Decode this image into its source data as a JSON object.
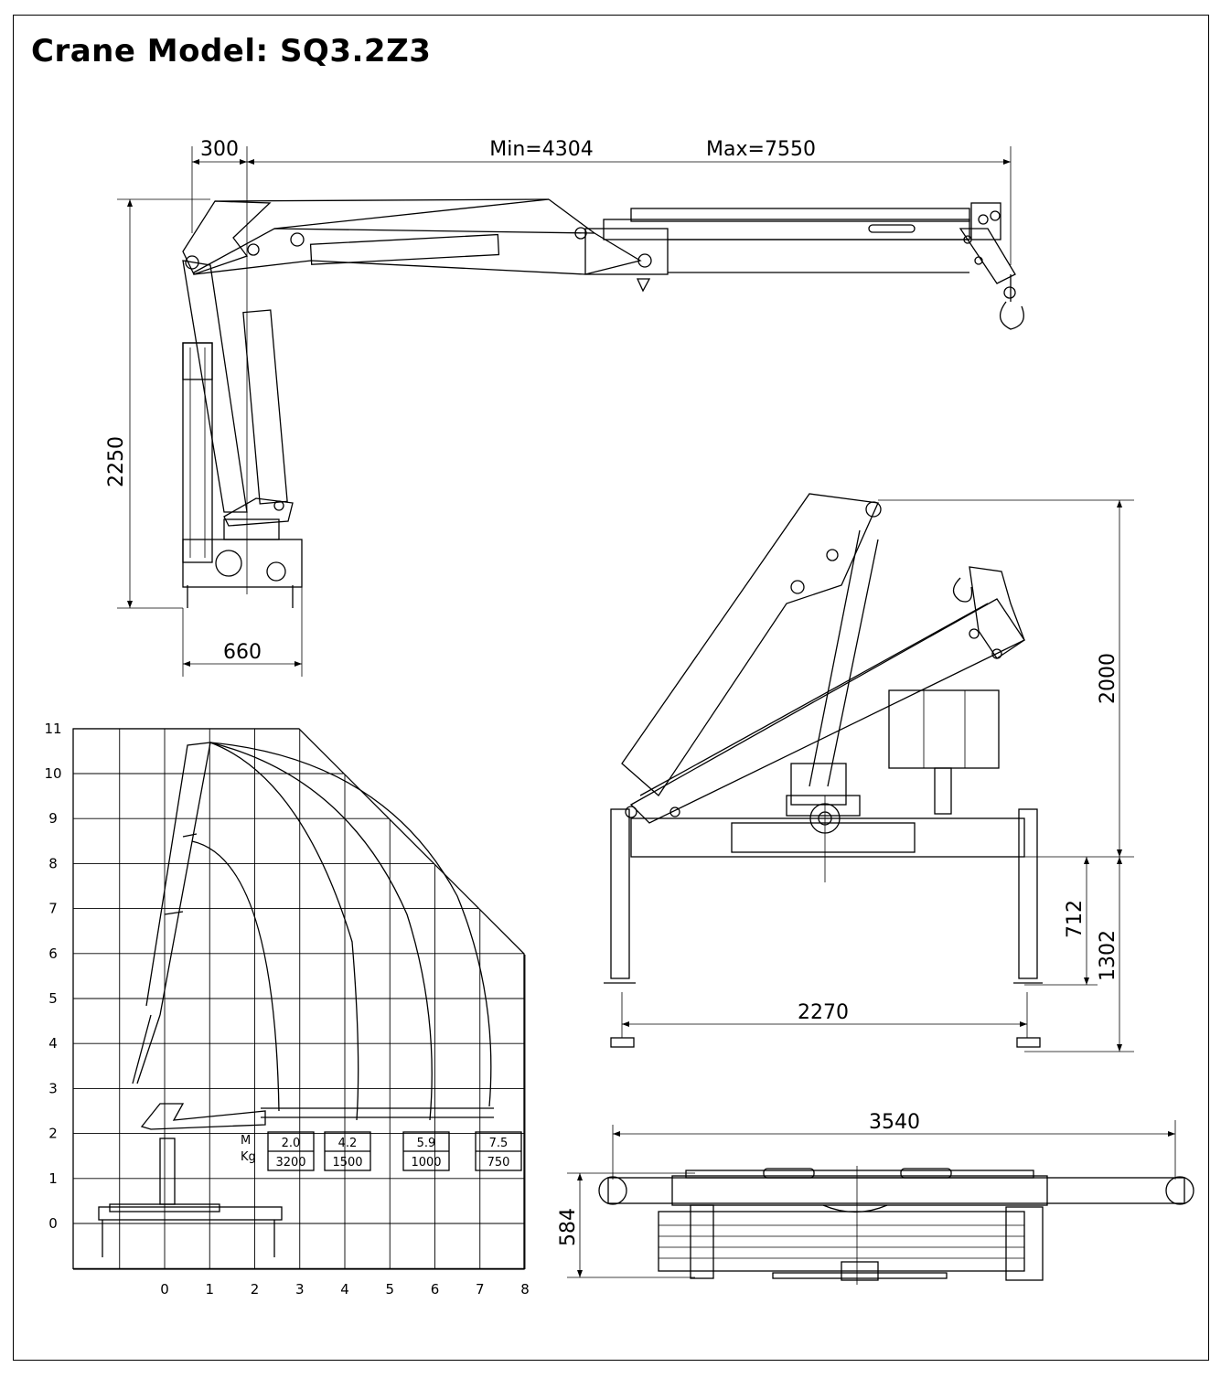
{
  "title": "Crane Model: SQ3.2Z3",
  "side_view": {
    "dim_offset": "300",
    "dim_min": "Min=4304",
    "dim_max": "Max=7550",
    "dim_height": "2250",
    "dim_base": "660"
  },
  "front_view": {
    "dim_height": "2000",
    "dim_leg": "712",
    "dim_total": "1302",
    "dim_span": "2270"
  },
  "top_view": {
    "dim_length": "3540",
    "dim_depth": "584"
  },
  "load_chart": {
    "y_ticks": [
      "0",
      "1",
      "2",
      "3",
      "4",
      "5",
      "6",
      "7",
      "8",
      "9",
      "10",
      "11"
    ],
    "x_ticks": [
      "0",
      "1",
      "2",
      "3",
      "4",
      "5",
      "6",
      "7",
      "8"
    ],
    "unit_m": "M",
    "unit_kg": "Kg",
    "loads": [
      {
        "reach": "2.0",
        "kg": "3200"
      },
      {
        "reach": "4.2",
        "kg": "1500"
      },
      {
        "reach": "5.9",
        "kg": "1000"
      },
      {
        "reach": "7.5",
        "kg": "750"
      }
    ]
  }
}
